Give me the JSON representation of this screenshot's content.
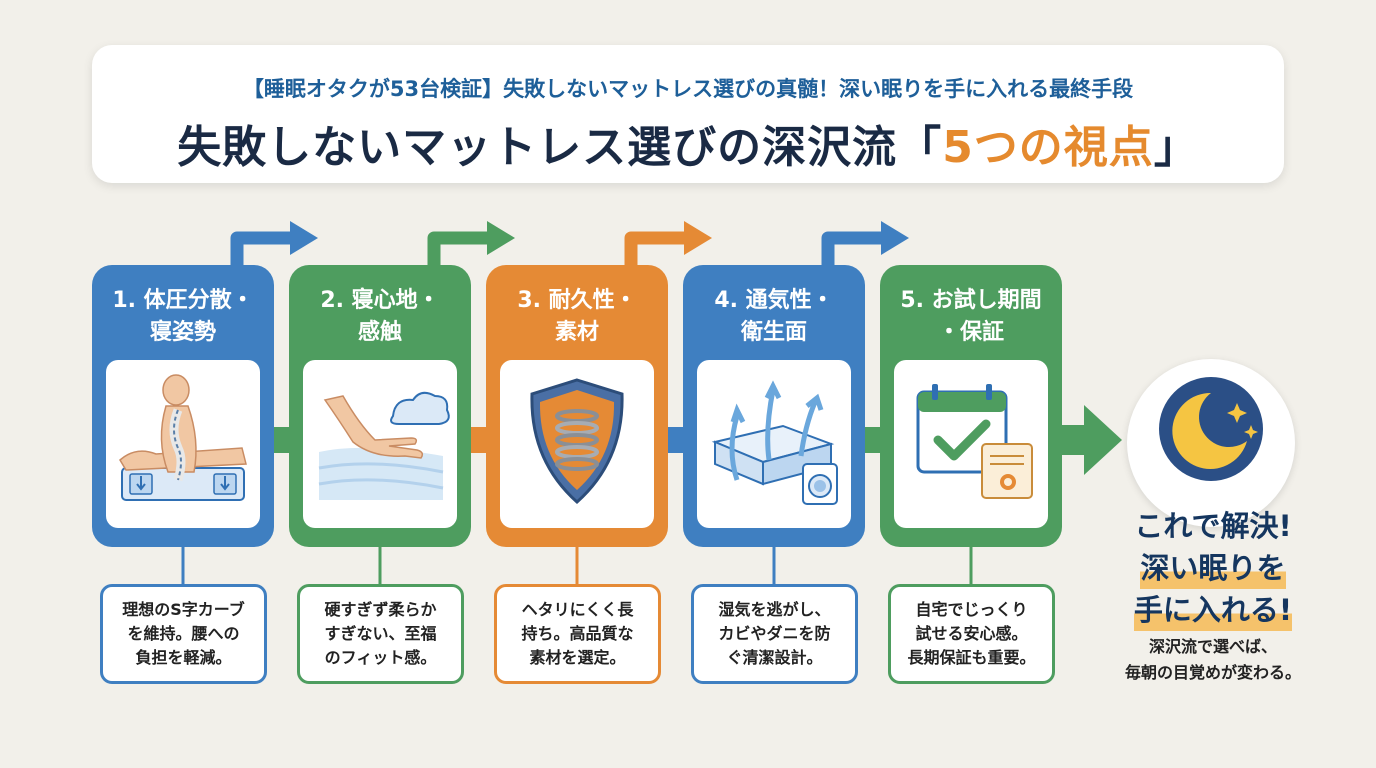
{
  "header": {
    "subtitle": "【睡眠オタクが53台検証】失敗しないマットレス選びの真髄！深い眠りを手に入れる最終手段",
    "title_main": "失敗しないマットレス選びの深沢流「",
    "title_accent": "5つの視点",
    "title_end": "」"
  },
  "steps": [
    {
      "label": "1. 体圧分散・\n寝姿勢",
      "icon": "spine-posture-icon",
      "color": "#3f7fc1",
      "note": "理想のS字カーブ\nを維持。腰への\n負担を軽減。"
    },
    {
      "label": "2. 寝心地・\n感触",
      "icon": "hand-on-mattress-icon",
      "color": "#4e9d5f",
      "note": "硬すぎず柔らか\nすぎない、至福\nのフィット感。"
    },
    {
      "label": "3. 耐久性・\n素材",
      "icon": "shield-spring-icon",
      "color": "#e58a35",
      "note": "ヘタリにくく長\n持ち。高品質な\n素材を選定。"
    },
    {
      "label": "4. 通気性・\n衛生面",
      "icon": "airflow-mattress-icon",
      "color": "#3f7fc1",
      "note": "湿気を逃がし、\nカビやダニを防\nぐ清潔設計。"
    },
    {
      "label": "5. お試し期間\n・保証",
      "icon": "calendar-certificate-icon",
      "color": "#4e9d5f",
      "note": "自宅でじっくり\n試せる安心感。\n長期保証も重要。"
    }
  ],
  "conclusion": {
    "line1": "これで解決!",
    "line2": "深い眠りを",
    "line3": "手に入れる!",
    "closing": "深沢流で選べば、\n毎朝の目覚めが変わる。",
    "icon": "moon-stars-icon"
  },
  "colors": {
    "blue": "#3f7fc1",
    "green": "#4e9d5f",
    "orange": "#e58a35",
    "navy": "#15365f",
    "background": "#f2f0ea"
  }
}
